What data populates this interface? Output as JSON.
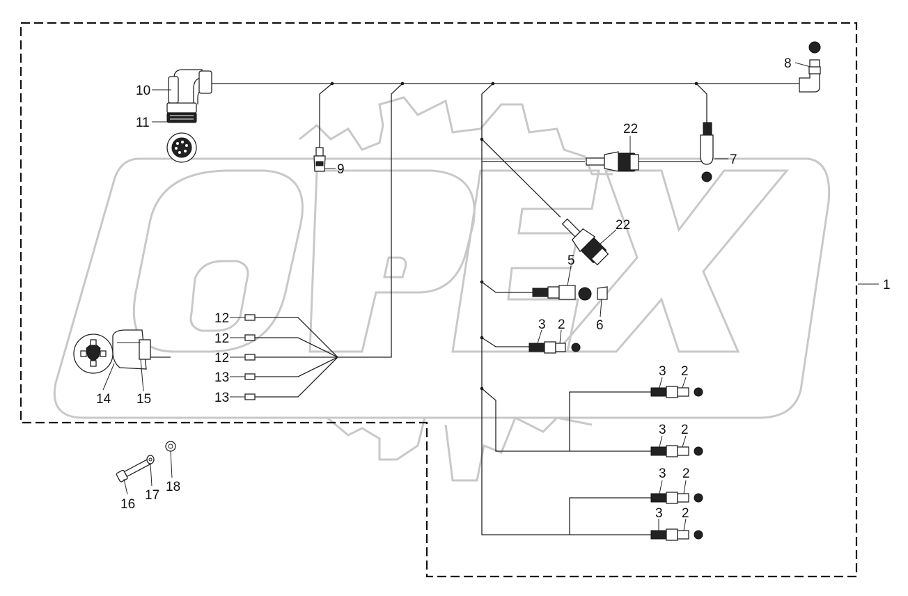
{
  "watermark": {
    "text": "OPEX",
    "color": "#c8c8c8"
  },
  "corner_mark": "",
  "labels": {
    "l1": "1",
    "l2a": "2",
    "l2b": "2",
    "l2c": "2",
    "l2d": "2",
    "l2e": "2",
    "l3a": "3",
    "l3b": "3",
    "l3c": "3",
    "l3d": "3",
    "l3e": "3",
    "l5": "5",
    "l6": "6",
    "l7": "7",
    "l8": "8",
    "l9": "9",
    "l10": "10",
    "l11": "11",
    "l12a": "12",
    "l12b": "12",
    "l12c": "12",
    "l13a": "13",
    "l13b": "13",
    "l14": "14",
    "l15": "15",
    "l16": "16",
    "l17": "17",
    "l18": "18",
    "l22a": "22",
    "l22b": "22"
  },
  "colors": {
    "line": "#222222",
    "background": "#ffffff",
    "watermark": "#c8c8c8"
  }
}
